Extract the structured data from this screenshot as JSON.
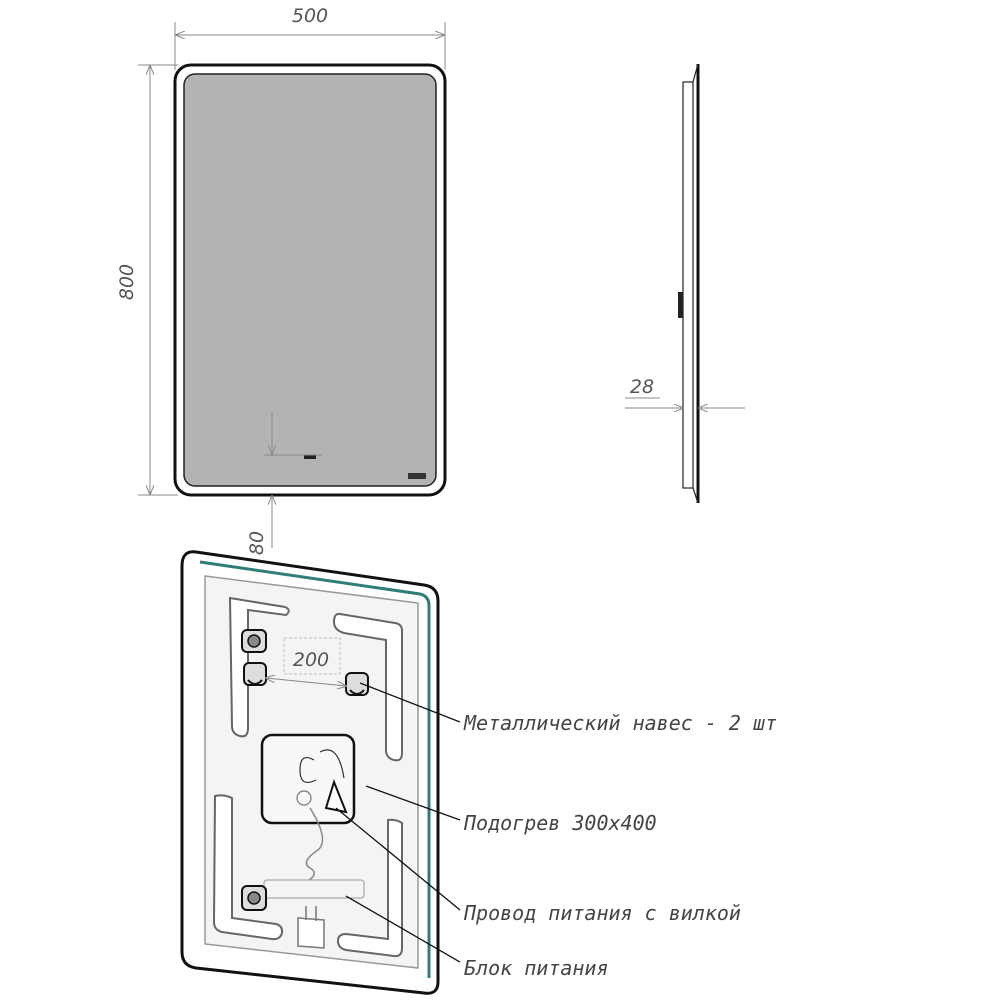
{
  "dimensions": {
    "width": "500",
    "height": "800",
    "depth": "28",
    "offset": "80",
    "hanger_spacing": "200"
  },
  "labels": {
    "hangers": "Металлический навес - 2 шт",
    "heating": "Подогрев 300х400",
    "cable": "Провод питания с вилкой",
    "power_unit": "Блок питания"
  },
  "colors": {
    "glass_gray": "#b3b3b3",
    "frame": "#111111",
    "edge_accent": "#2f7d78",
    "back_panel": "#f4f4f4"
  }
}
